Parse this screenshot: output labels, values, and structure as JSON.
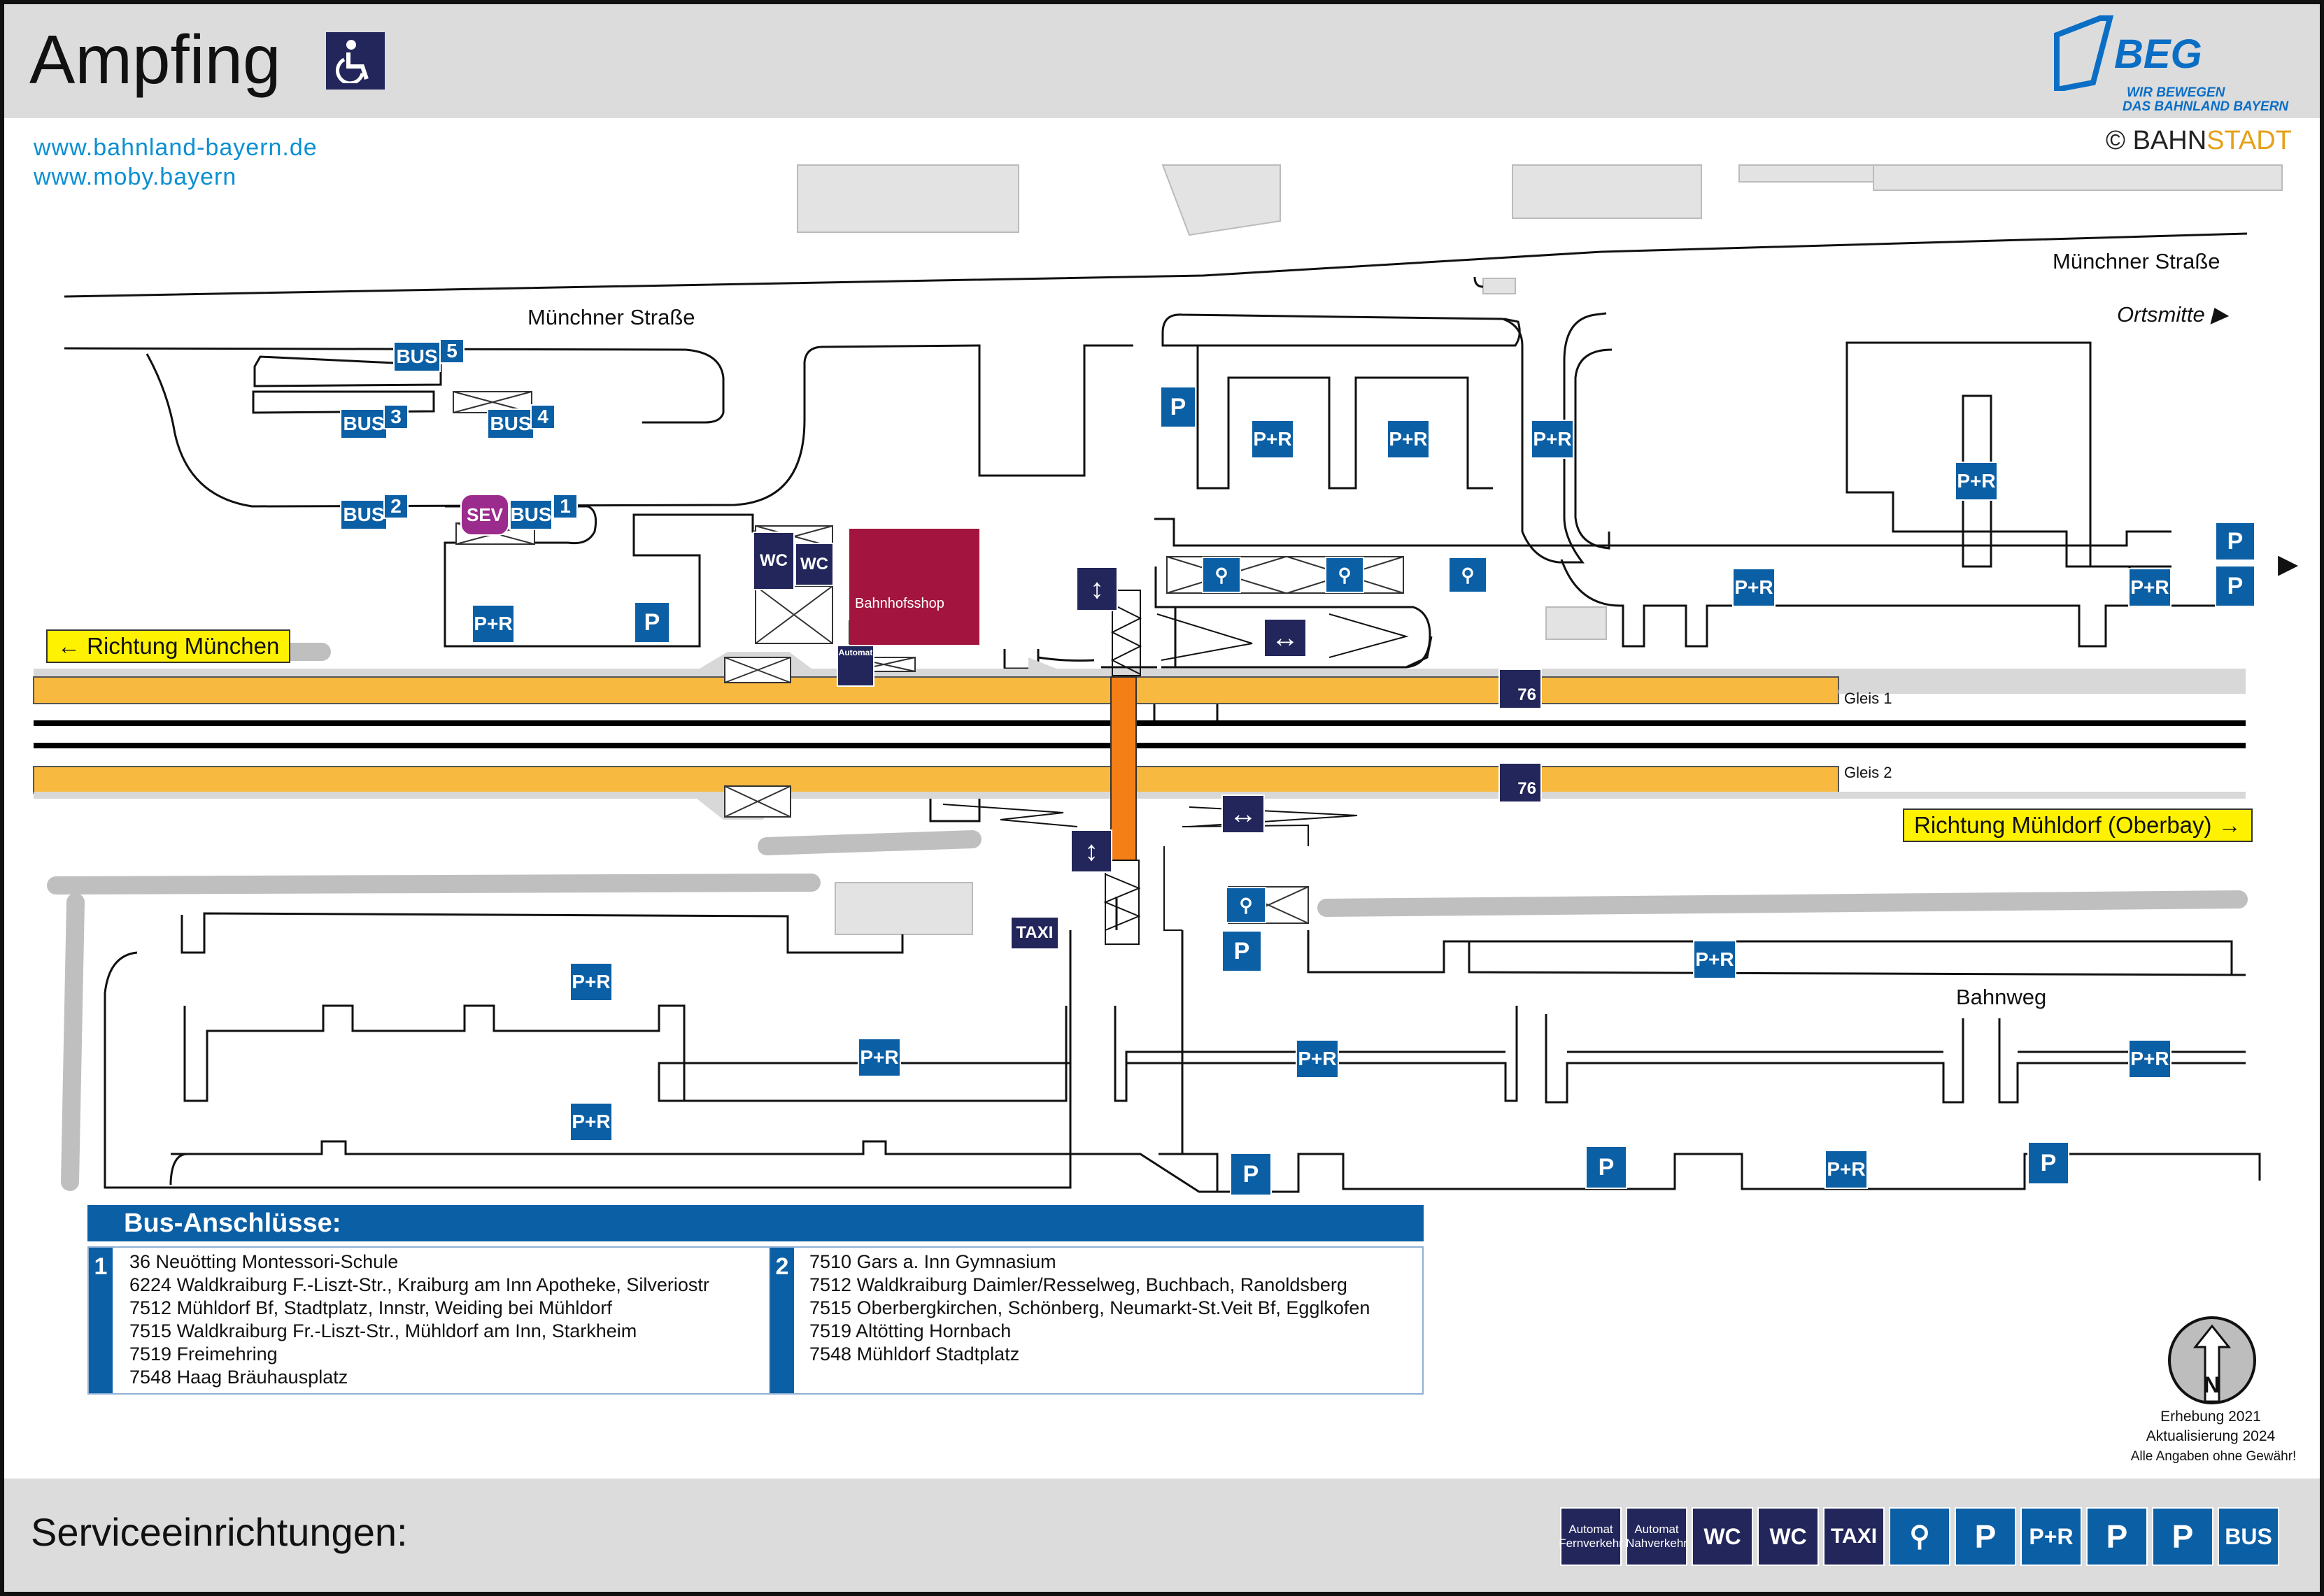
{
  "header": {
    "title": "Ampfing",
    "wheelchair_icon": "wheelchair-icon"
  },
  "links": [
    "www.bahnland-bayern.de",
    "www.moby.bayern"
  ],
  "brand": {
    "name": "BEG",
    "tagline_1": "WIR BEWEGEN",
    "tagline_2": "DAS BAHNLAND BAYERN",
    "copyright_symbol": "©",
    "copyright_name_1": "BAHN",
    "copyright_name_2": "STADT"
  },
  "streets": {
    "top_left": "Münchner Straße",
    "top_right": "Münchner Straße",
    "ortsmitte": "Ortsmitte",
    "bahnweg": "Bahnweg"
  },
  "directions": {
    "west": "Richtung München",
    "east": "Richtung Mühldorf (Oberbay)"
  },
  "tracks": {
    "gleis1": "Gleis 1",
    "gleis2": "Gleis 2",
    "platform_height": "76"
  },
  "facilities": {
    "shop": "Bahnhofsshop",
    "wc": "WC",
    "automat": "Automat",
    "taxi": "TAXI",
    "sev": "SEV",
    "bus": "BUS",
    "park_ride": "P+R",
    "parking": "P"
  },
  "bus_stops": [
    "5",
    "3",
    "4",
    "2",
    "1"
  ],
  "bus_connections": {
    "title": "Bus-Anschlüsse:",
    "groups": [
      {
        "stop": "1",
        "lines": [
          "36 Neuötting Montessori-Schule",
          "6224 Waldkraiburg F.-Liszt-Str., Kraiburg am Inn Apotheke, Silveriostr",
          "7512 Mühldorf Bf, Stadtplatz, Innstr, Weiding bei Mühldorf",
          "7515 Waldkraiburg Fr.-Liszt-Str., Mühldorf am Inn, Starkheim",
          "7519 Freimehring",
          "7548 Haag Bräuhausplatz"
        ]
      },
      {
        "stop": "2",
        "lines": [
          "7510 Gars a. Inn Gymnasium",
          "7512 Waldkraiburg Daimler/Resselweg, Buchbach, Ranoldsberg",
          "7515 Oberbergkirchen, Schönberg, Neumarkt-St.Veit Bf, Egglkofen",
          "7519 Altötting Hornbach",
          "7548 Mühldorf Stadtplatz"
        ]
      }
    ]
  },
  "compass": {
    "letter": "N"
  },
  "survey": {
    "line1": "Erhebung 2021",
    "line2": "Aktualisierung 2024",
    "line3": "Alle Angaben ohne Gewähr!"
  },
  "footer": {
    "title": "Serviceeinrichtungen:",
    "legend": [
      {
        "top": "Automat",
        "bottom": "Fernverkehr"
      },
      {
        "top": "Automat",
        "bottom": "Nahverkehr"
      },
      {
        "top": "",
        "bottom": "WC"
      },
      {
        "top": "",
        "bottom": "WC"
      },
      {
        "top": "",
        "bottom": "TAXI"
      },
      {
        "top": "",
        "bottom": ""
      },
      {
        "top": "",
        "bottom": "P"
      },
      {
        "top": "",
        "bottom": "P+R"
      },
      {
        "top": "",
        "bottom": "P"
      },
      {
        "top": "",
        "bottom": "P"
      },
      {
        "top": "",
        "bottom": "BUS"
      }
    ]
  },
  "colors": {
    "platform": "#f7b93f",
    "underpass": "#f57f17",
    "service_blue": "#0b5fa5",
    "service_dark": "#22265a",
    "shop": "#a3153e",
    "direction": "#fff200",
    "header": "#dcdcdc"
  }
}
